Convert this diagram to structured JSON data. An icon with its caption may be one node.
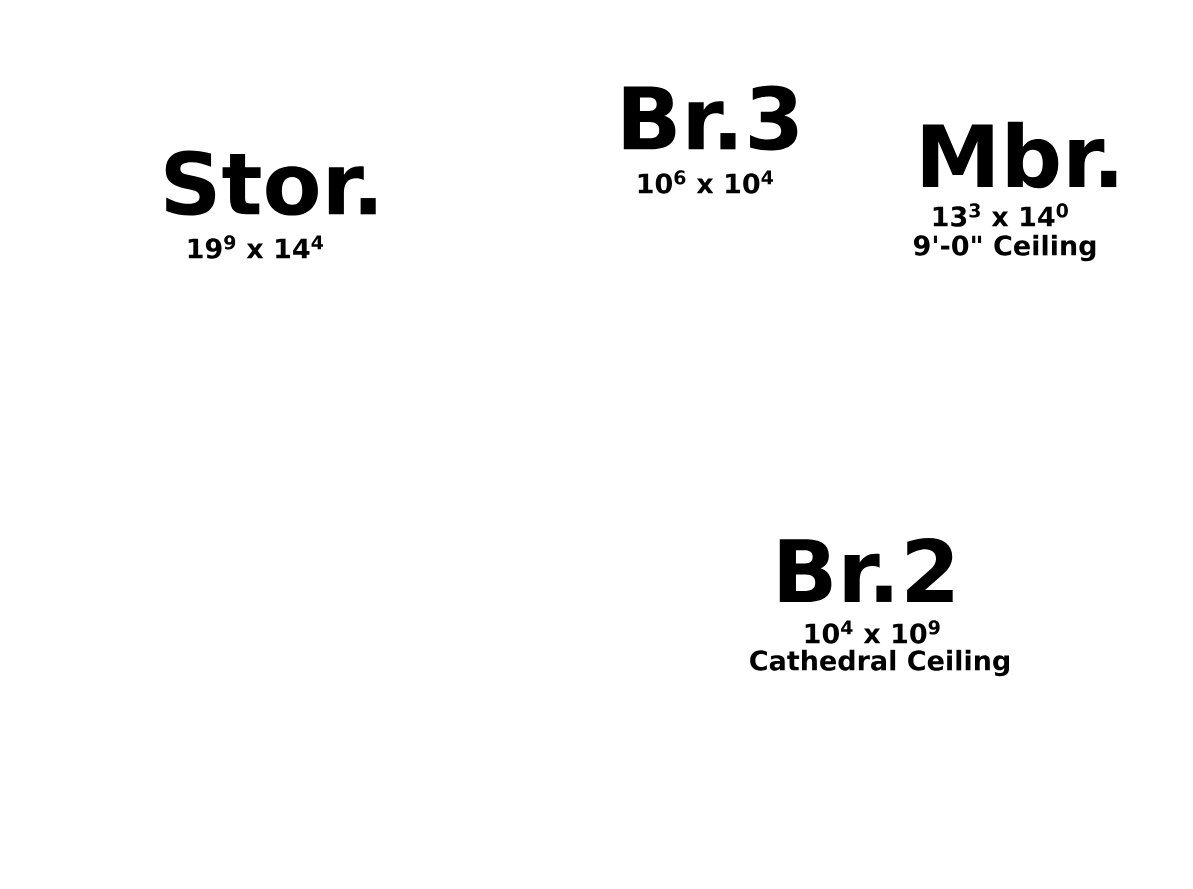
{
  "diagram": {
    "labels": [
      "Br.3",
      "10$^{6}$ x 10$^{4}$",
      "Mbr.",
      "Stor.",
      "13$^{3}$ x 14$^{0}$",
      "9'-0\" Ceiling",
      "19$^{9}$ x 14$^{4}$",
      "Br.2",
      "10$^{4}$ x 10$^{9}$",
      "Cathedral Ceiling"
    ]
  }
}
